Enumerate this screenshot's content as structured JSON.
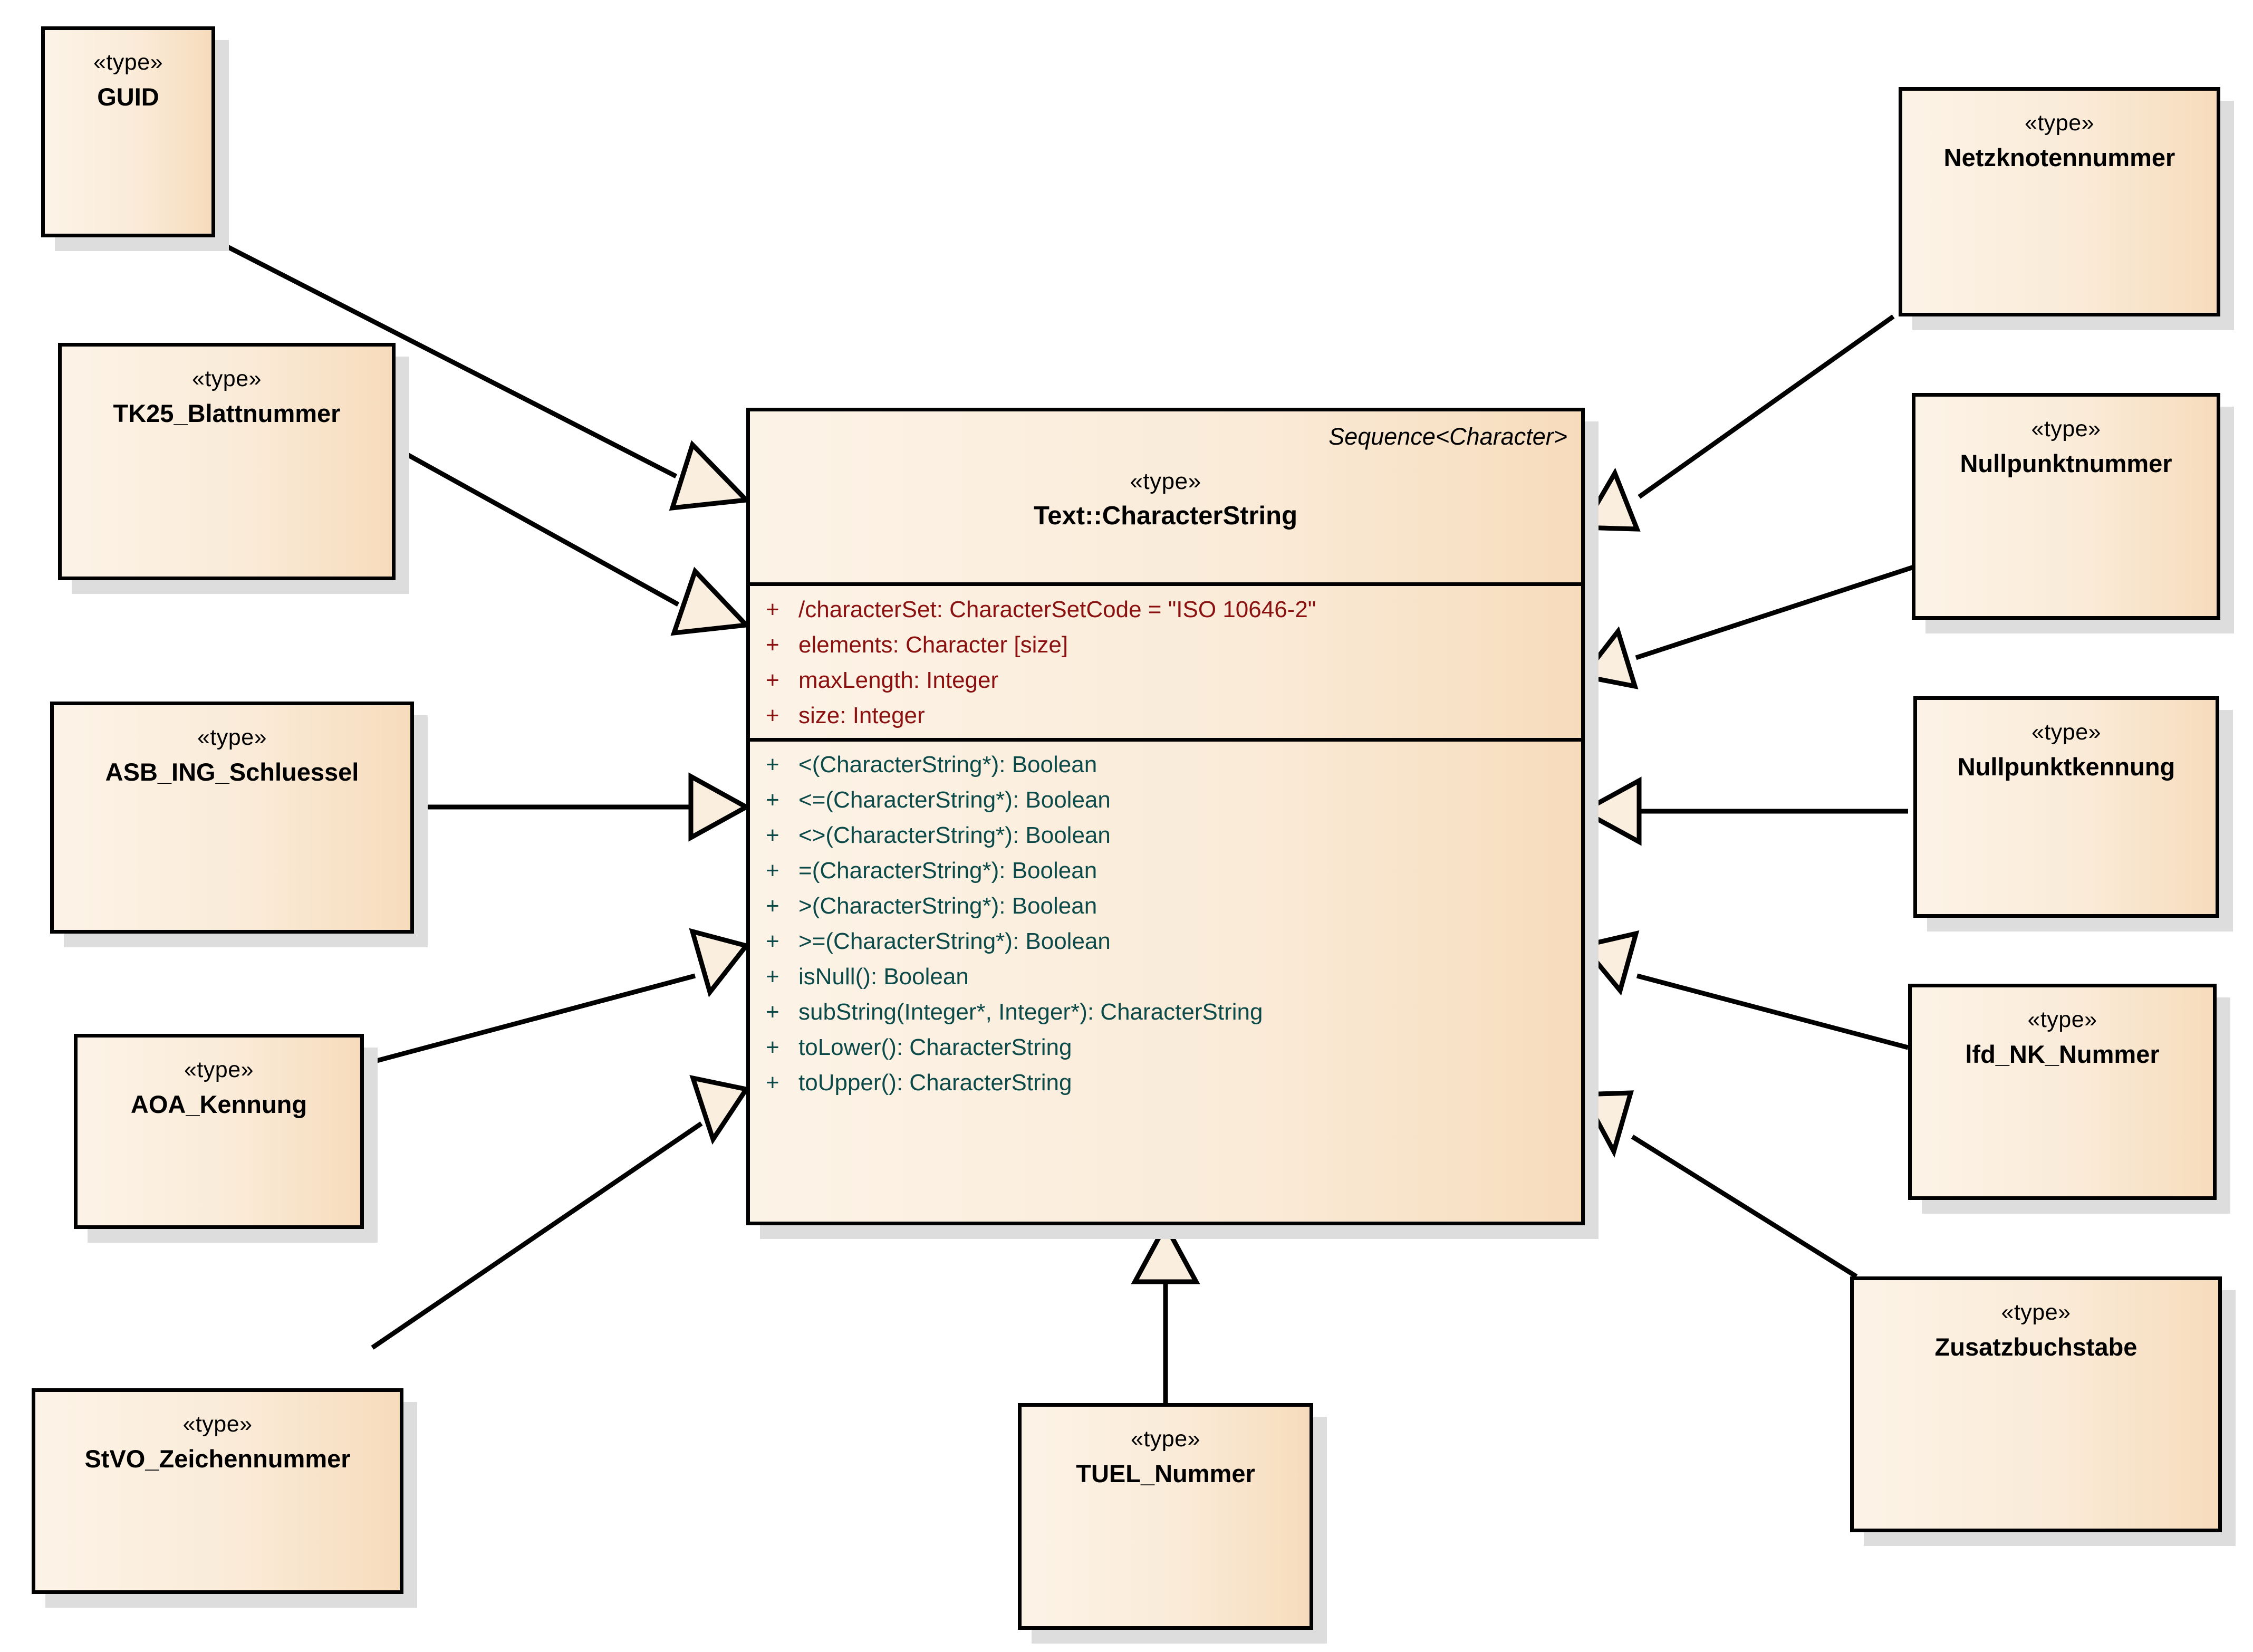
{
  "diagram": {
    "kind": "uml-class-diagram",
    "relationship": "generalization",
    "background_color": "#ffffff",
    "box_fill_start": "#FCF3E7",
    "box_fill_end": "#F7DCBC",
    "box_border_color": "#000000",
    "shadow_color": "#dddddd",
    "attribute_text_color": "#8B1010",
    "operation_text_color": "#0B4A49"
  },
  "main_class": {
    "template_parameter": "Sequence<Character>",
    "stereotype": "«type»",
    "name": "Text::CharacterString",
    "attributes": [
      {
        "visibility": "+",
        "text": "/characterSet: CharacterSetCode = \"ISO 10646-2\""
      },
      {
        "visibility": "+",
        "text": "elements: Character [size]"
      },
      {
        "visibility": "+",
        "text": "maxLength: Integer"
      },
      {
        "visibility": "+",
        "text": "size: Integer"
      }
    ],
    "operations": [
      {
        "visibility": "+",
        "text": "<(CharacterString*): Boolean"
      },
      {
        "visibility": "+",
        "text": "<=(CharacterString*): Boolean"
      },
      {
        "visibility": "+",
        "text": "<>(CharacterString*): Boolean"
      },
      {
        "visibility": "+",
        "text": "=(CharacterString*): Boolean"
      },
      {
        "visibility": "+",
        "text": ">(CharacterString*): Boolean"
      },
      {
        "visibility": "+",
        "text": ">=(CharacterString*): Boolean"
      },
      {
        "visibility": "+",
        "text": "isNull(): Boolean"
      },
      {
        "visibility": "+",
        "text": "subString(Integer*, Integer*): CharacterString"
      },
      {
        "visibility": "+",
        "text": "toLower(): CharacterString"
      },
      {
        "visibility": "+",
        "text": "toUpper(): CharacterString"
      }
    ]
  },
  "subtypes": [
    {
      "id": "guid",
      "stereotype": "«type»",
      "name": "GUID"
    },
    {
      "id": "tk25-blattnummer",
      "stereotype": "«type»",
      "name": "TK25_Blattnummer"
    },
    {
      "id": "asb-ing-schluessel",
      "stereotype": "«type»",
      "name": "ASB_ING_Schluessel"
    },
    {
      "id": "aoa-kennung",
      "stereotype": "«type»",
      "name": "AOA_Kennung"
    },
    {
      "id": "stvo-zeichennummer",
      "stereotype": "«type»",
      "name": "StVO_Zeichennummer"
    },
    {
      "id": "tuel-nummer",
      "stereotype": "«type»",
      "name": "TUEL_Nummer"
    },
    {
      "id": "netzknotennummer",
      "stereotype": "«type»",
      "name": "Netzknotennummer"
    },
    {
      "id": "nullpunktnummer",
      "stereotype": "«type»",
      "name": "Nullpunktnummer"
    },
    {
      "id": "nullpunktkennung",
      "stereotype": "«type»",
      "name": "Nullpunktkennung"
    },
    {
      "id": "lfd-nk-nummer",
      "stereotype": "«type»",
      "name": "lfd_NK_Nummer"
    },
    {
      "id": "zusatzbuchstabe",
      "stereotype": "«type»",
      "name": "Zusatzbuchstabe"
    }
  ]
}
